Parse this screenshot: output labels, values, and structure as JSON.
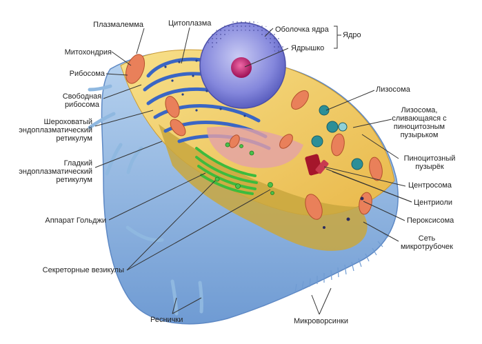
{
  "labels": {
    "plasmalemma": "Плазмалемма",
    "cytoplasm": "Цитоплазма",
    "nuclear_envelope": "Оболочка ядра",
    "nucleus": "Ядро",
    "nucleolus": "Ядрышко",
    "mitochondrion": "Митохондрия",
    "ribosome": "Рибосома",
    "free_ribosome_1": "Свободная",
    "free_ribosome_2": "рибосома",
    "rough_er_1": "Шероховатый",
    "rough_er_2": "эндоплазматический",
    "rough_er_3": "ретикулум",
    "smooth_er_1": "Гладкий",
    "smooth_er_2": "эндоплазматический",
    "smooth_er_3": "ретикулум",
    "golgi": "Аппарат Гольджи",
    "secretory_vesicles": "Секреторные везикулы",
    "cilia": "Реснички",
    "microvilli": "Микроворсинки",
    "lysosome": "Лизосома",
    "lysosome_fusing_1": "Лизосома,",
    "lysosome_fusing_2": "сливающаяся с",
    "lysosome_fusing_3": "пиноцитозным",
    "lysosome_fusing_4": "пузырьком",
    "pinocytic_1": "Пиноцитозный",
    "pinocytic_2": "пузырёк",
    "centrosome": "Центросома",
    "centrioles": "Центриоли",
    "peroxisome": "Пероксисома",
    "microtubules_1": "Сеть",
    "microtubules_2": "микротрубочек"
  },
  "colors": {
    "membrane_blue": "#8fb8e0",
    "cytoplasm_yellow": "#f3d36b",
    "er_blue": "#3a66c4",
    "nucleus_purple": "#7c7fd6",
    "nucleolus_magenta": "#c2186b",
    "mitochondria_orange": "#e9805a",
    "golgi_green": "#3dbb3d",
    "lysosome_teal": "#2c8f98",
    "centrosome_red": "#a5162b",
    "leader_line": "#333333"
  }
}
